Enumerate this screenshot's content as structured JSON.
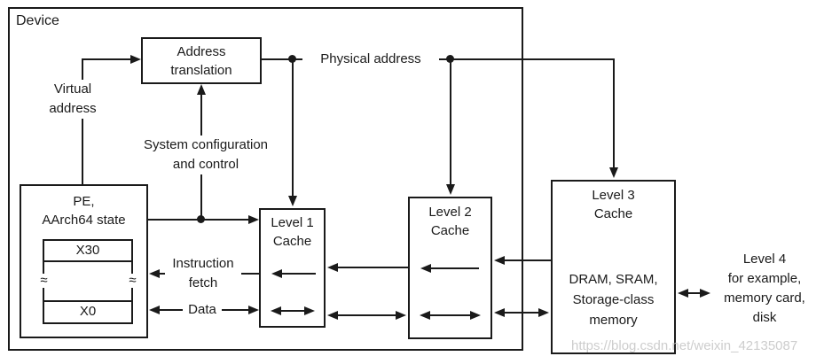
{
  "device_label": "Device",
  "boxes": {
    "address_translation": {
      "title_lines": [
        "Address",
        "translation"
      ]
    },
    "pe": {
      "title_lines": [
        "PE,",
        "AArch64 state"
      ],
      "registers": {
        "top": "X30",
        "bottom": "X0",
        "break_mark": "≈"
      }
    },
    "level1": {
      "title_lines": [
        "Level 1",
        "Cache"
      ]
    },
    "level2": {
      "title_lines": [
        "Level 2",
        "Cache"
      ]
    },
    "level3": {
      "title_lines": [
        "Level 3",
        "Cache"
      ],
      "body_lines": [
        "DRAM, SRAM,",
        "Storage-class",
        "memory"
      ]
    }
  },
  "labels": {
    "virtual_address_lines": [
      "Virtual",
      "address"
    ],
    "physical_address": "Physical address",
    "system_config_lines": [
      "System configuration",
      "and control"
    ],
    "instruction_fetch_lines": [
      "Instruction",
      "fetch"
    ],
    "data": "Data",
    "level4_lines": [
      "Level 4",
      "for example,",
      "memory card,",
      "disk"
    ]
  },
  "watermark": "https://blog.csdn.net/weixin_42135087",
  "colors": {
    "line": "#1a1a1a",
    "text": "#1a1a1a",
    "watermark": "#cdcdcd",
    "background": "#ffffff"
  }
}
